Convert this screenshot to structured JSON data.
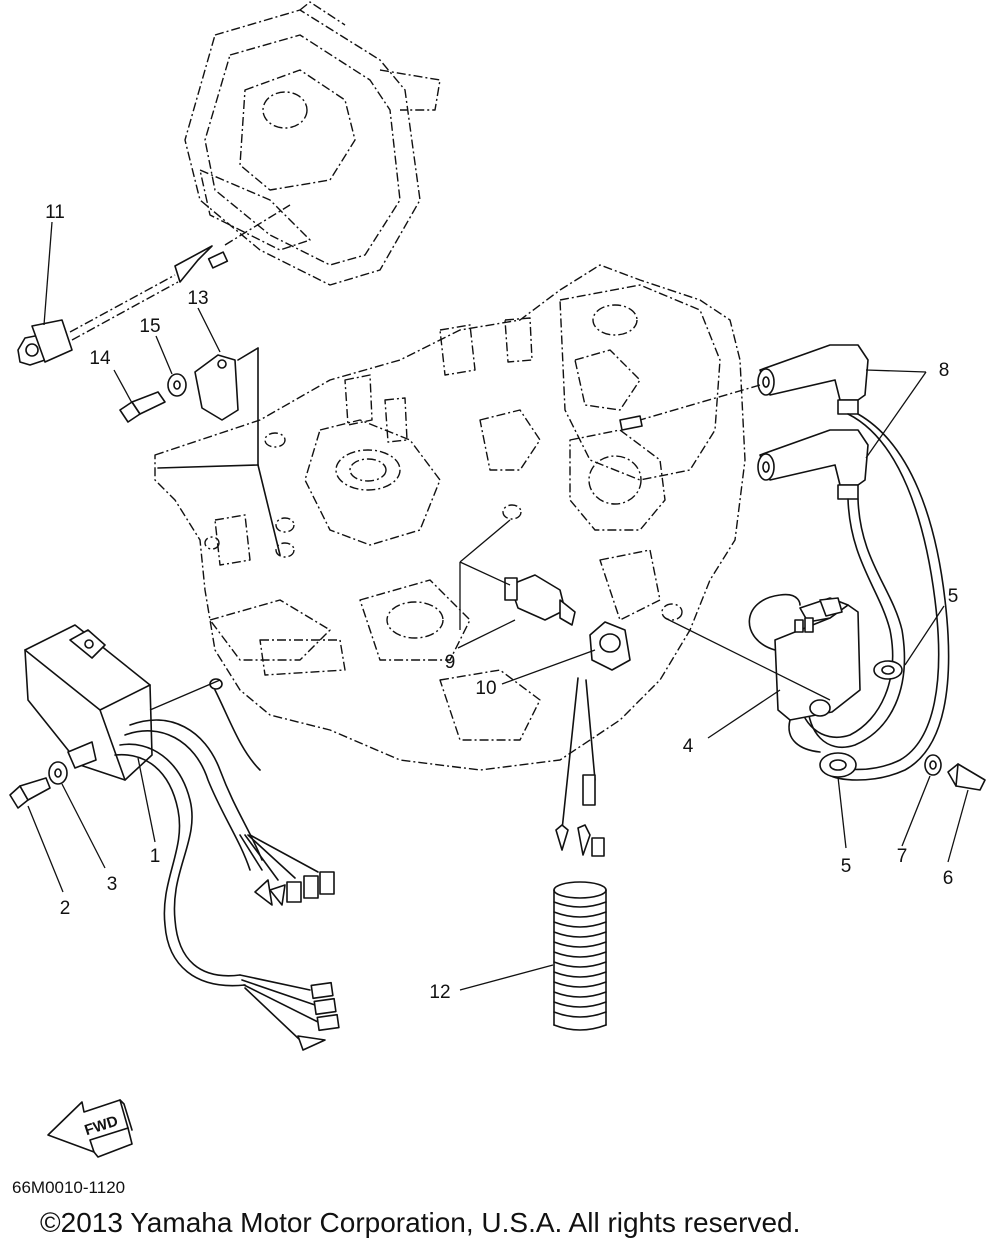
{
  "callouts": {
    "c1": "1",
    "c2": "2",
    "c3": "3",
    "c4": "4",
    "c5a": "5",
    "c5b": "5",
    "c6": "6",
    "c7": "7",
    "c8": "8",
    "c9": "9",
    "c10": "10",
    "c11": "11",
    "c12": "12",
    "c13": "13",
    "c14": "14",
    "c15": "15"
  },
  "fwd_label": "FWD",
  "diagram_code": "66M0010-1120",
  "copyright": "©2013 Yamaha Motor Corporation, U.S.A. All rights reserved.",
  "colors": {
    "line": "#111111",
    "background": "#ffffff"
  }
}
